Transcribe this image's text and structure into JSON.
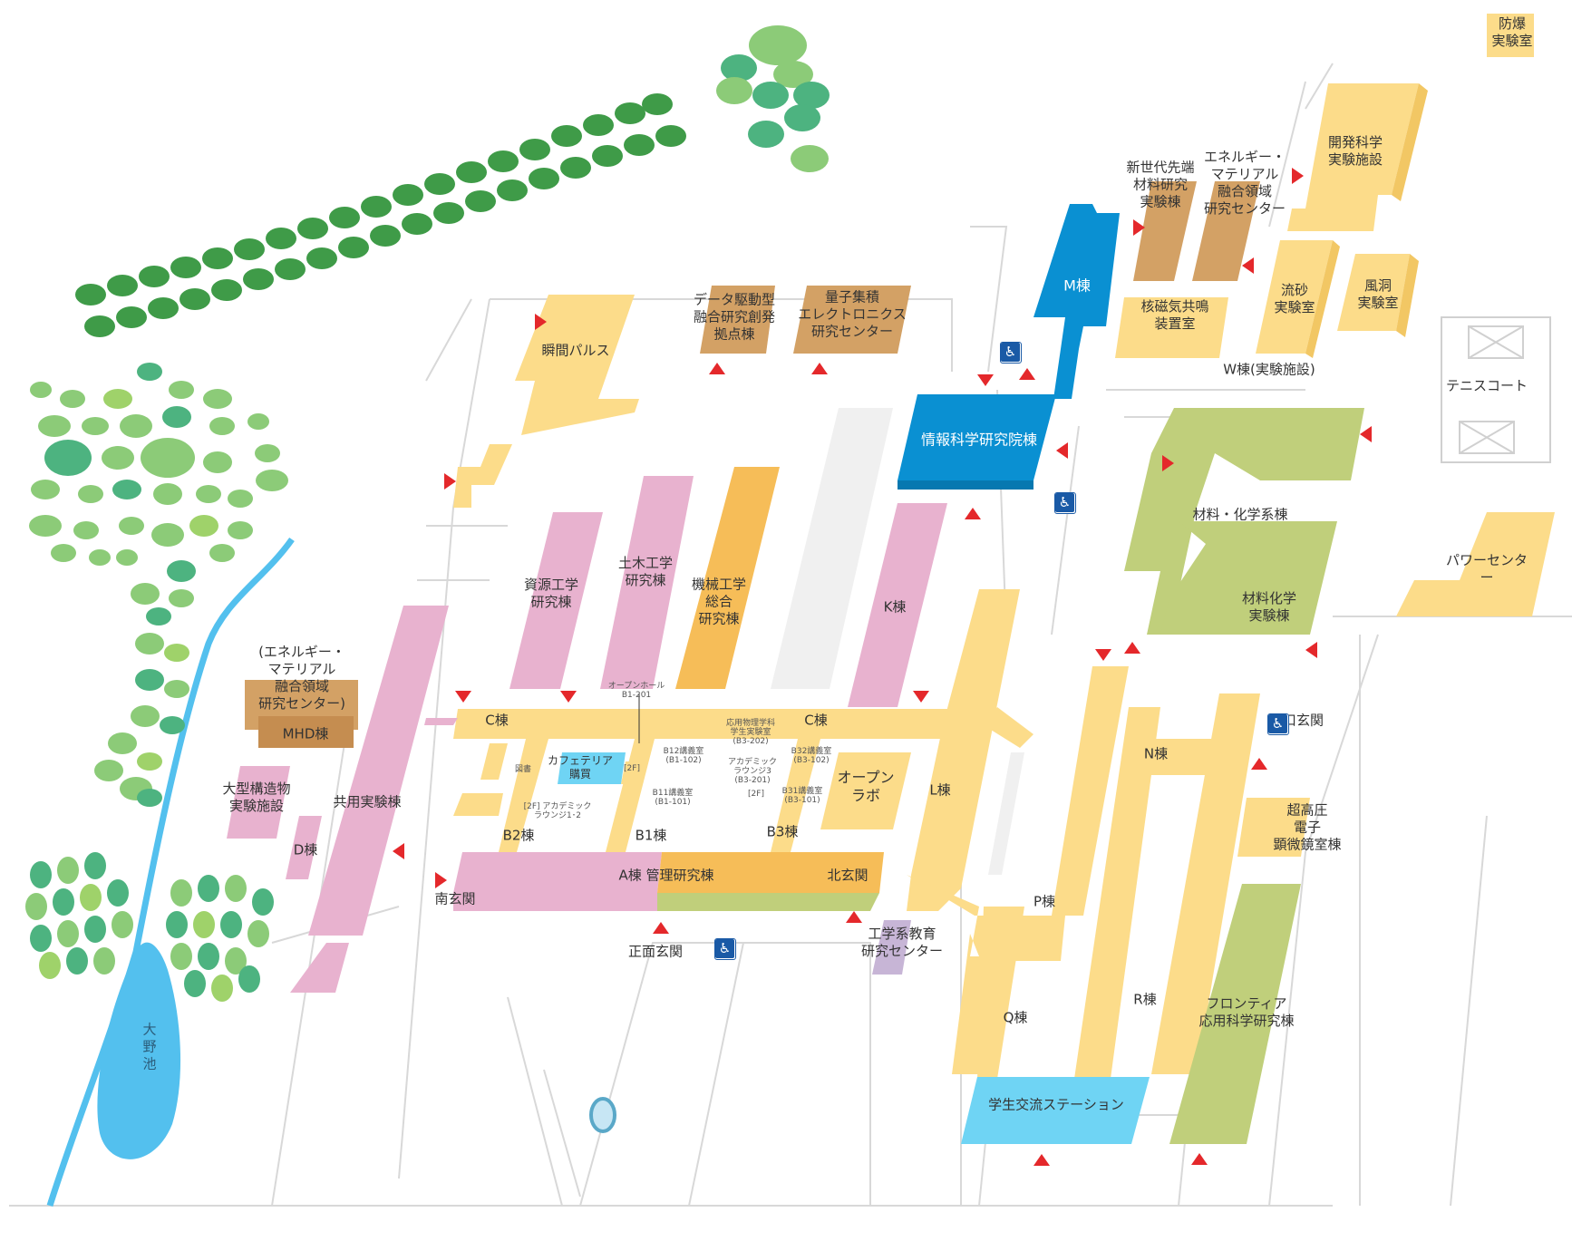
{
  "colors": {
    "yellow": "#fcdc8a",
    "yellow_side": "#f2c764",
    "pink": "#e8b2cf",
    "orange": "#f6bd58",
    "tan": "#d3a165",
    "green_building": "#c0cf7b",
    "blue": "#0a90d2",
    "light_blue": "#6fd4f4",
    "lavender": "#c7b5d6",
    "river": "#53c0ee",
    "tree_dark": "#3f9b48",
    "tree_light": "#8ccb78",
    "entrance": "#e4282b",
    "accessible": "#1a5aa6"
  },
  "icons": {
    "entrance": "red-triangle-marker",
    "accessible": "wheelchair-icon"
  },
  "buildings": {
    "bakuhatsu": "防爆\n実験室",
    "kaihatsu": "開発科学\n実験施設",
    "shinsedai": "新世代先端\n材料研究\n実験棟",
    "energy_center": "エネルギー・\nマテリアル\n融合領域\n研究センター",
    "m_building": "M棟",
    "kakujiki": "核磁気共鳴\n装置室",
    "ryusa": "流砂\n実験室",
    "fudo": "風洞\n実験室",
    "w_building": "W棟(実験施設)",
    "tennis": "テニスコート",
    "data_center": "データ駆動型\n融合研究創発\n拠点棟",
    "ryoshi": "量子集積\nエレクトロニクス\n研究センター",
    "shunkan": "瞬間パルス",
    "joho": "情報科学研究院棟",
    "zairyo_kagaku": "材料・化学系棟",
    "zairyo_jikken": "材料化学\n実験棟",
    "power": "パワーセンター",
    "shigen": "資源工学\n研究棟",
    "doboku": "土木工学\n研究棟",
    "kikai": "機械工学\n総合\n研究棟",
    "k_building": "K棟",
    "energy_mhd": "(エネルギー・\nマテリアル\n融合領域\n研究センター)",
    "mhd": "MHD棟",
    "oogata": "大型構造物\n実験施設",
    "kyoyo": "共用実験棟",
    "d_building": "D棟",
    "c_west": "C棟",
    "c_east": "C棟",
    "open_hall": "オープンホール\nB1-201",
    "toshoshitsu": "図書",
    "cafeteria": "カフェテリア\n購買",
    "floor2_a": "[2F]",
    "academic12": "[2F] アカデミック\nラウンジ1･2",
    "b12": "B12講義室\n(B1-102)",
    "b11": "B11講義室\n(B1-101)",
    "oyo_butsuri": "応用物理学科\n学生実験室\n(B3-202)",
    "academic3": "アカデミック\nラウンジ3\n(B3-201)",
    "floor2_b": "[2F]",
    "b32": "B32講義室\n(B3-102)",
    "b31": "B31講義室\n(B3-101)",
    "open_lab": "オープン\nラボ",
    "b2": "B2棟",
    "b1": "B1棟",
    "b3": "B3棟",
    "l_building": "L棟",
    "n_building": "N棟",
    "kitaguchi": "北口玄関",
    "chokoatsu": "超高圧\n電子\n顕微鏡室棟",
    "a_building": "A棟 管理研究棟",
    "kita_genkan": "北玄関",
    "minami_genkan": "南玄関",
    "shomen_genkan": "正面玄関",
    "kogakukei": "工学系教育\n研究センター",
    "p_building": "P棟",
    "q_building": "Q棟",
    "r_building": "R棟",
    "frontier": "フロンティア\n応用科学研究棟",
    "gakusei": "学生交流ステーション",
    "ohno_ike": "大\n野\n池"
  }
}
